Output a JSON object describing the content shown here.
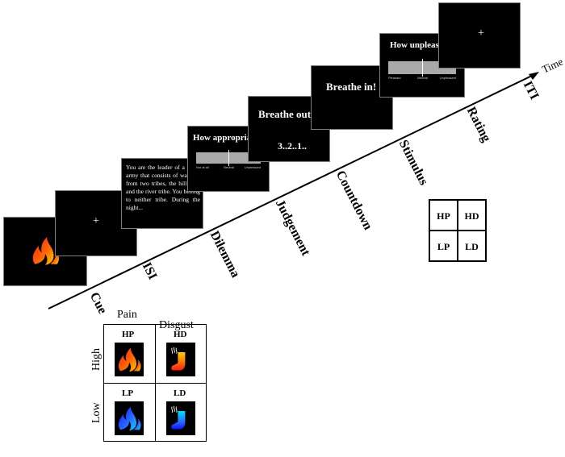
{
  "screens": {
    "cue": {},
    "isi": {
      "fixation": "+"
    },
    "dilemma": {
      "text": "You are the leader of a small army that consists of warriors from two tribes, the hill tribe and the river tribe. You belong to neither tribe. During the night..."
    },
    "judgement": {
      "question": "How appropriate?",
      "anchor_left": "Not at all",
      "anchor_mid": "Neutral",
      "anchor_right": "Unpleasant"
    },
    "countdown": {
      "line1": "Breathe out!",
      "line2": "3..2..1.."
    },
    "stimulus": {
      "text": "Breathe in!"
    },
    "rating": {
      "question": "How unpleasant?",
      "anchor_left": "Pleasant",
      "anchor_mid": "Neutral",
      "anchor_right": "Unpleasant"
    },
    "iti": {
      "fixation": "+"
    }
  },
  "timeline": {
    "axis_label": "Time",
    "stages": [
      "Cue",
      "ISI",
      "Dilemma",
      "Judgement",
      "Countdown",
      "Stimulus",
      "Rating",
      "ITI"
    ]
  },
  "small_grid": {
    "cells": [
      "HP",
      "HD",
      "LP",
      "LD"
    ]
  },
  "cue_grid": {
    "col_headers": [
      "Pain",
      "Disgust"
    ],
    "row_headers": [
      "High",
      "Low"
    ],
    "cells": [
      {
        "code": "HP",
        "icon": "red-flame-icon"
      },
      {
        "code": "HD",
        "icon": "red-sock-icon"
      },
      {
        "code": "LP",
        "icon": "blue-flame-icon"
      },
      {
        "code": "LD",
        "icon": "blue-sock-icon"
      }
    ]
  },
  "colors": {
    "screen_bg": "#000000",
    "high_flame": "#ff3b1f",
    "low_flame": "#1f3bff",
    "scale_bar": "#a9a9a9"
  }
}
